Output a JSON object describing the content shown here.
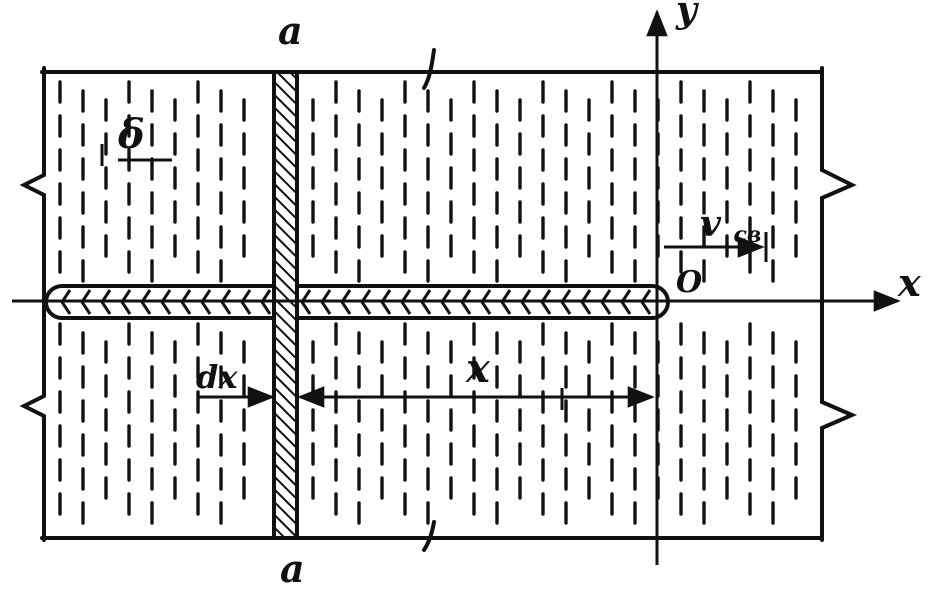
{
  "diagram": {
    "labels": {
      "section_top": "a",
      "section_bottom": "a",
      "axis_x": "x",
      "axis_y": "y",
      "origin": "O",
      "thickness": "δ",
      "element_width": "dx",
      "distance": "x",
      "velocity": "v",
      "velocity_subscript": "св"
    },
    "colors": {
      "ink": "#111111",
      "paper": "#ffffff"
    }
  }
}
